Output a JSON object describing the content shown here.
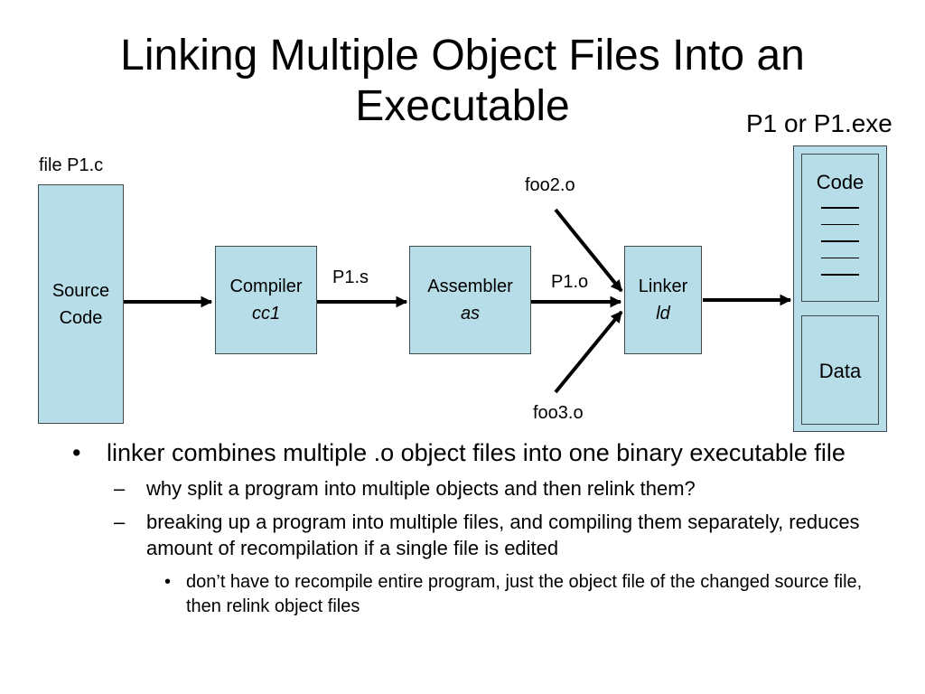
{
  "slide": {
    "title_line1": "Linking Multiple Object Files Into an",
    "title_line2": "Executable"
  },
  "diagram": {
    "source_file_label": "file P1.c",
    "source_box": {
      "line1": "Source",
      "line2": "Code"
    },
    "compiler_box": {
      "line1": "Compiler",
      "line2": "cc1"
    },
    "assembler_box": {
      "line1": "Assembler",
      "line2": "as"
    },
    "linker_box": {
      "line1": "Linker",
      "line2": "ld"
    },
    "edge_p1s": "P1.s",
    "edge_p1o": "P1.o",
    "input_foo2": "foo2.o",
    "input_foo3": "foo3.o",
    "executable_label": "P1 or P1.exe",
    "code_section": "Code",
    "data_section": "Data"
  },
  "bullets": {
    "b1": "linker combines multiple .o object files into one binary executable file",
    "b1_sub1": "why split a program into multiple objects and then relink them?",
    "b1_sub2": "breaking up a program into multiple files, and compiling them separately, reduces amount of recompilation if a single file is edited",
    "b1_sub2_sub1": "don’t have to recompile entire program, just the object file of the changed source file, then relink object files",
    "marker_level1": "•",
    "marker_level2": "–",
    "marker_level3": "•"
  }
}
